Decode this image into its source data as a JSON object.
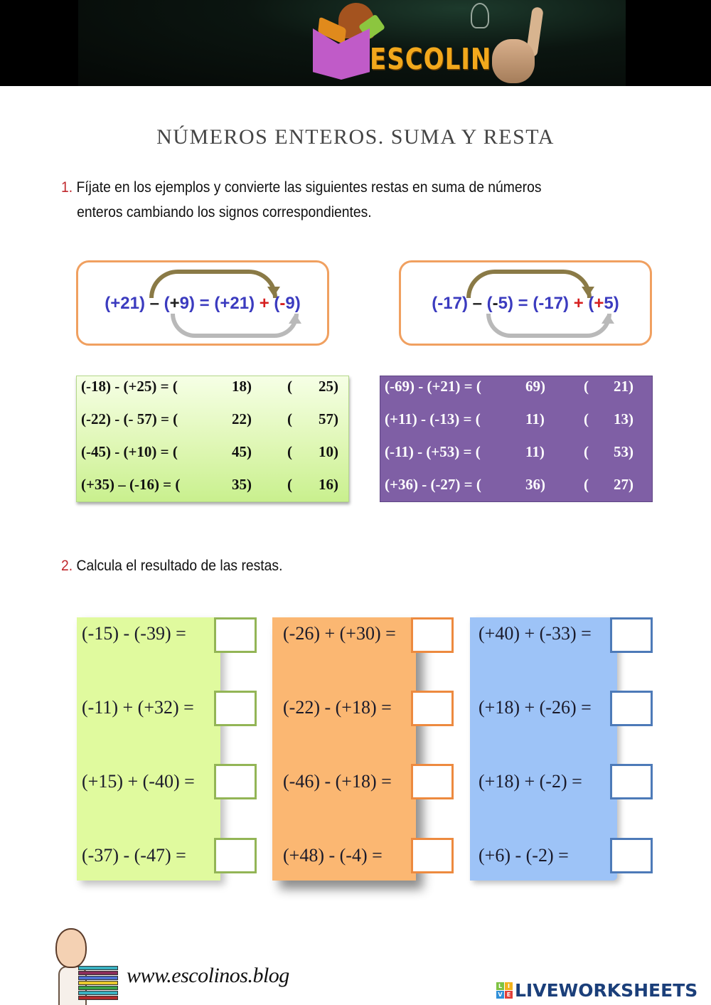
{
  "header": {
    "brand": "ESCOLINOS",
    "colors": {
      "background": "#000000",
      "brand_text": "#f2a81c",
      "book": "#c05bc8"
    }
  },
  "title": "Números enteros. Suma y resta",
  "section1": {
    "number": "1.",
    "instruction_line1": "Fíjate en los ejemplos y convierte las siguientes restas en suma de números",
    "instruction_line2": "enteros cambiando los signos correspondientes.",
    "examples": [
      {
        "a": "(+21)",
        "op": "–",
        "b_open": "(",
        "b_sign": "+",
        "b_rest": "9)",
        "eq": "=",
        "c": "(+21)",
        "op2": "+",
        "d_open": "(",
        "d_sign": "-",
        "d_rest": "9)"
      },
      {
        "a": "(-17)",
        "op": "–",
        "b_open": "(",
        "b_sign": "-",
        "b_rest": "5)",
        "eq": "=",
        "c": "(-17)",
        "op2": "+",
        "d_open": "(",
        "d_sign": "+",
        "d_rest": "5)"
      }
    ],
    "table_green": [
      {
        "expr": "(-18) - (+25)  = (",
        "n1": "18)",
        "open2": "(",
        "n2": "25)"
      },
      {
        "expr": "(-22) - (- 57)  = (",
        "n1": "22)",
        "open2": "(",
        "n2": "57)"
      },
      {
        "expr": "(-45) - (+10)  = (",
        "n1": "45)",
        "open2": "(",
        "n2": "10)"
      },
      {
        "expr": "(+35) – (-16) = (",
        "n1": "35)",
        "open2": "(",
        "n2": "16)"
      }
    ],
    "table_purple": [
      {
        "expr": "(-69) - (+21) = (",
        "n1": "69)",
        "open2": "(",
        "n2": "21)"
      },
      {
        "expr": "(+11) - (-13) = (",
        "n1": "11)",
        "open2": "(",
        "n2": "13)"
      },
      {
        "expr": "(-11) - (+53) = (",
        "n1": "11)",
        "open2": "(",
        "n2": "53)"
      },
      {
        "expr": "(+36) -  (-27) = (",
        "n1": "36)",
        "open2": "(",
        "n2": "27)"
      }
    ]
  },
  "section2": {
    "number": "2.",
    "instruction": "Calcula el resultado de las restas.",
    "columns": [
      {
        "color": "#e0fa9e",
        "items": [
          {
            "expr": "(-15) - (-39) =",
            "answer": ""
          },
          {
            "expr": "(-11) + (+32) =",
            "answer": ""
          },
          {
            "expr": "(+15) + (-40) =",
            "answer": ""
          },
          {
            "expr": "(-37) - (-47) =",
            "answer": ""
          }
        ]
      },
      {
        "color": "#fbb772",
        "items": [
          {
            "expr": "(-26) + (+30) =",
            "answer": ""
          },
          {
            "expr": "(-22) - (+18) =",
            "answer": ""
          },
          {
            "expr": "(-46) - (+18) =",
            "answer": ""
          },
          {
            "expr": "(+48) - (-4) =",
            "answer": ""
          }
        ]
      },
      {
        "color": "#9dc3f7",
        "items": [
          {
            "expr": "(+40) + (-33) =",
            "answer": ""
          },
          {
            "expr": "(+18) + (-26) =",
            "answer": ""
          },
          {
            "expr": "(+18) + (-2) =",
            "answer": ""
          },
          {
            "expr": "(+6) - (-2) =",
            "answer": ""
          }
        ]
      }
    ]
  },
  "footer": {
    "website": "www.escolinos.blog",
    "liveworksheets": "LIVEWORKSHEETS",
    "lw_logo_letters": [
      "L",
      "I",
      "V",
      "E"
    ]
  }
}
